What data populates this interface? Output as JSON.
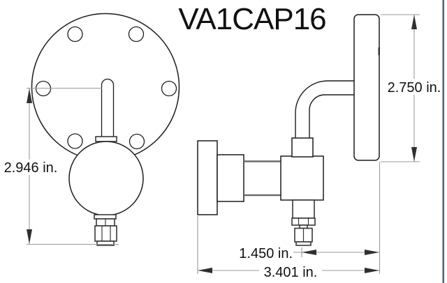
{
  "drawing": {
    "title": "VA1CAP16",
    "part_views": {
      "front_view": "flanged disk with six bolt holes, center slot, spherical body and bottom compression fitting",
      "side_view": "flange edge, hub, valve body with elbow tube rising to mounting plate"
    },
    "dimensions": {
      "front_overall_height": "2.946 in.",
      "side_plate_height": "2.750 in.",
      "side_center_to_plate": "1.450 in.",
      "side_overall_length": "3.401 in."
    },
    "colors": {
      "background": "#ffffff",
      "part_outline": "#1c1c1c",
      "dimension_line": "#9a9a9a",
      "arrowhead": "#2f2f2f",
      "right_edge_strip": "#4e6672"
    }
  }
}
